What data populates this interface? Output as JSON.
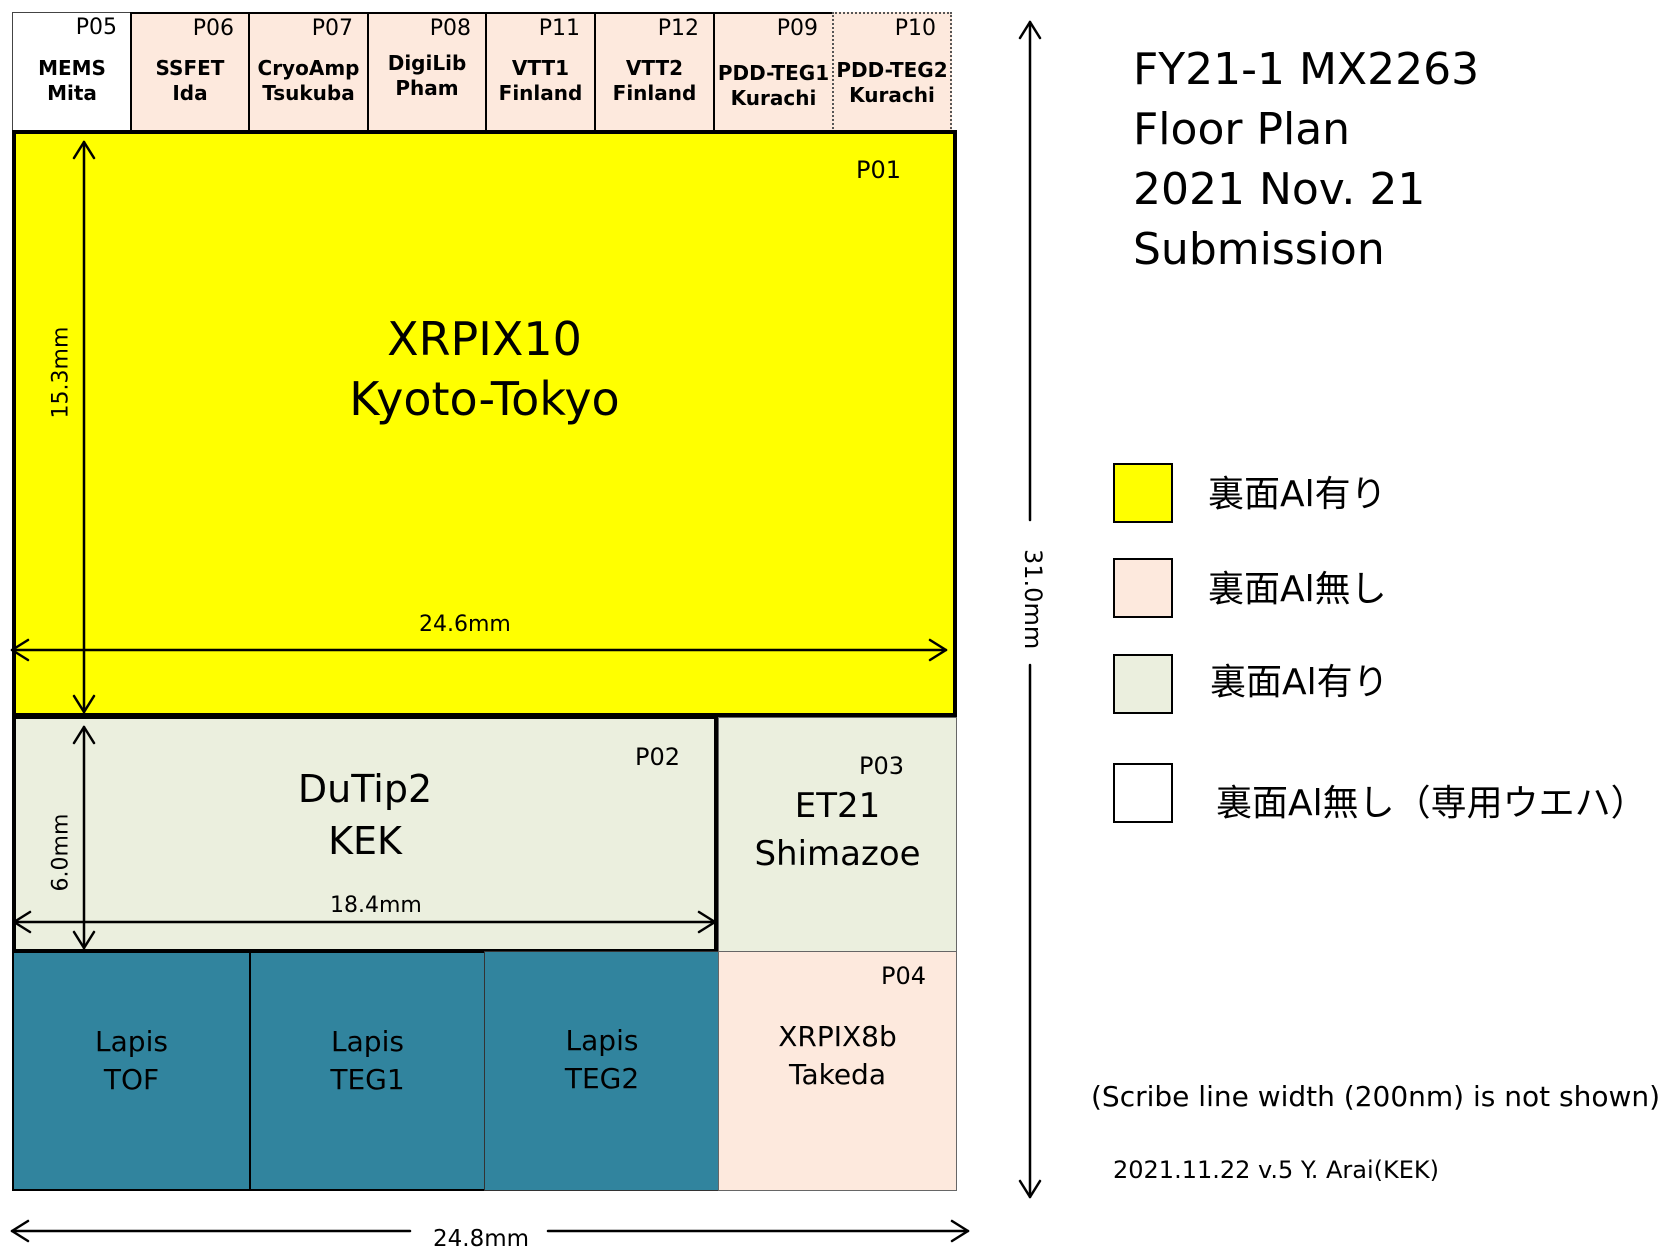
{
  "colors": {
    "yellow": "#ffff00",
    "pink": "#fde9dd",
    "green": "#ebefde",
    "teal": "#31849e",
    "white": "#ffffff"
  },
  "small_blocks": [
    {
      "id": "P05",
      "name1": "MEMS",
      "name2": "Mita",
      "color": "white"
    },
    {
      "id": "P06",
      "name1": "SSFET",
      "name2": "Ida",
      "color": "pink"
    },
    {
      "id": "P07",
      "name1": "CryoAmp",
      "name2": "Tsukuba",
      "color": "pink"
    },
    {
      "id": "P08",
      "name1": "DigiLib",
      "name2": "Pham",
      "color": "pink"
    },
    {
      "id": "P11",
      "name1": "VTT1",
      "name2": "Finland",
      "color": "pink"
    },
    {
      "id": "P12",
      "name1": "VTT2",
      "name2": "Finland",
      "color": "pink"
    },
    {
      "id": "P09",
      "name1": "PDD-TEG1",
      "name2": "Kurachi",
      "color": "pink"
    },
    {
      "id": "P10",
      "name1": "PDD-TEG2",
      "name2": "Kurachi",
      "color": "pink"
    }
  ],
  "p01": {
    "id": "P01",
    "name1": "XRPIX10",
    "name2": "Kyoto-Tokyo",
    "height_dim": "15.3mm",
    "width_dim": "24.6mm"
  },
  "p02": {
    "id": "P02",
    "name1": "DuTip2",
    "name2": "KEK",
    "height_dim": "6.0mm",
    "width_dim": "18.4mm"
  },
  "p03": {
    "id": "P03",
    "name1": "ET21",
    "name2": "Shimazoe"
  },
  "p04": {
    "id": "P04",
    "name1": "XRPIX8b",
    "name2": "Takeda"
  },
  "lapis": [
    {
      "name1": "Lapis",
      "name2": "TOF"
    },
    {
      "name1": "Lapis",
      "name2": "TEG1"
    },
    {
      "name1": "Lapis",
      "name2": "TEG2"
    }
  ],
  "total_width": "24.8mm",
  "total_height": "31.0mm",
  "title": {
    "line1": "FY21-1 MX2263",
    "line2": "Floor Plan",
    "line3": "2021 Nov. 21 Submission"
  },
  "legend": [
    {
      "color": "yellow",
      "label": "裏面Al有り"
    },
    {
      "color": "pink",
      "label": "裏面Al無し"
    },
    {
      "color": "green",
      "label": "裏面Al有り"
    },
    {
      "color": "white",
      "label": "裏面Al無し（専用ウエハ）"
    }
  ],
  "note": "(Scribe line width (200nm) is not shown)",
  "credit": "2021.11.22 v.5 Y. Arai(KEK)"
}
